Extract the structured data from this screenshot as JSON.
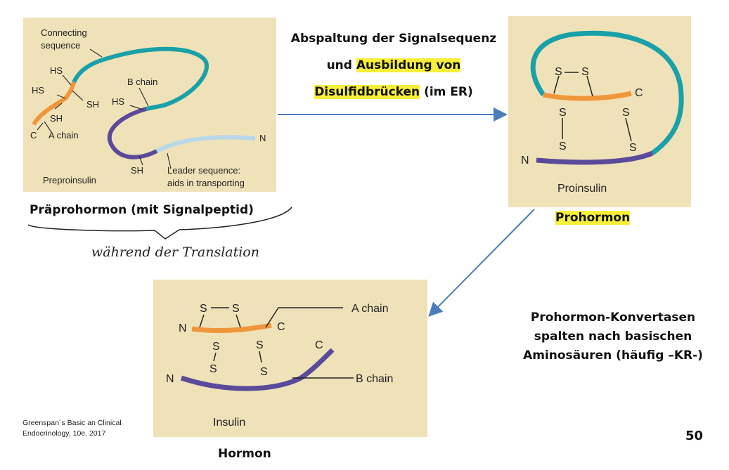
{
  "top_caption": {
    "line1": "Abspaltung der Signalsequenz",
    "line2_pre": "und ",
    "line2_hl": "Ausbildung von",
    "line3_hl": "Disulfidbrücken",
    "line3_post": " (im ER)"
  },
  "panel_preproinsulin": {
    "connecting": "Connecting",
    "sequence": "sequence",
    "hs1": "HS",
    "hs2": "HS",
    "sh1": "SH",
    "sh2": "SH",
    "c": "C",
    "a_chain": "A chain",
    "b_chain": "B chain",
    "hs3": "HS",
    "n": "N",
    "sh3": "SH",
    "leader1": "Leader sequence:",
    "leader2": "aids in transporting",
    "name": "Preproinsulin"
  },
  "label_praeprohormon": "Präprohormon (mit Signalpeptid)",
  "handwritten_note": "während der Translation",
  "panel_proinsulin": {
    "s": "S",
    "c": "C",
    "n": "N",
    "name": "Proinsulin"
  },
  "label_prohormon": "Prohormon",
  "panel_insulin": {
    "s": "S",
    "n": "N",
    "c": "C",
    "a_chain": "A chain",
    "b_chain": "B chain",
    "name": "Insulin"
  },
  "label_hormon": "Hormon",
  "konvertase": {
    "line1": "Prohormon-Konvertasen",
    "line2": "spalten nach basischen",
    "line3": "Aminosäuren (häufig –KR-)"
  },
  "citation": {
    "line1": "Greenspan´s Basic an Clinical",
    "line2": "Endocrinology, 10e, 2017"
  },
  "page_number": "50",
  "colors": {
    "panel_bg": "#efe2b9",
    "teal": "#1aa0a8",
    "orange": "#f0963a",
    "purple": "#5b4a9a",
    "light_blue": "#b9d7ea",
    "arrow": "#4a7ebd",
    "highlight": "#f7ef3a"
  }
}
